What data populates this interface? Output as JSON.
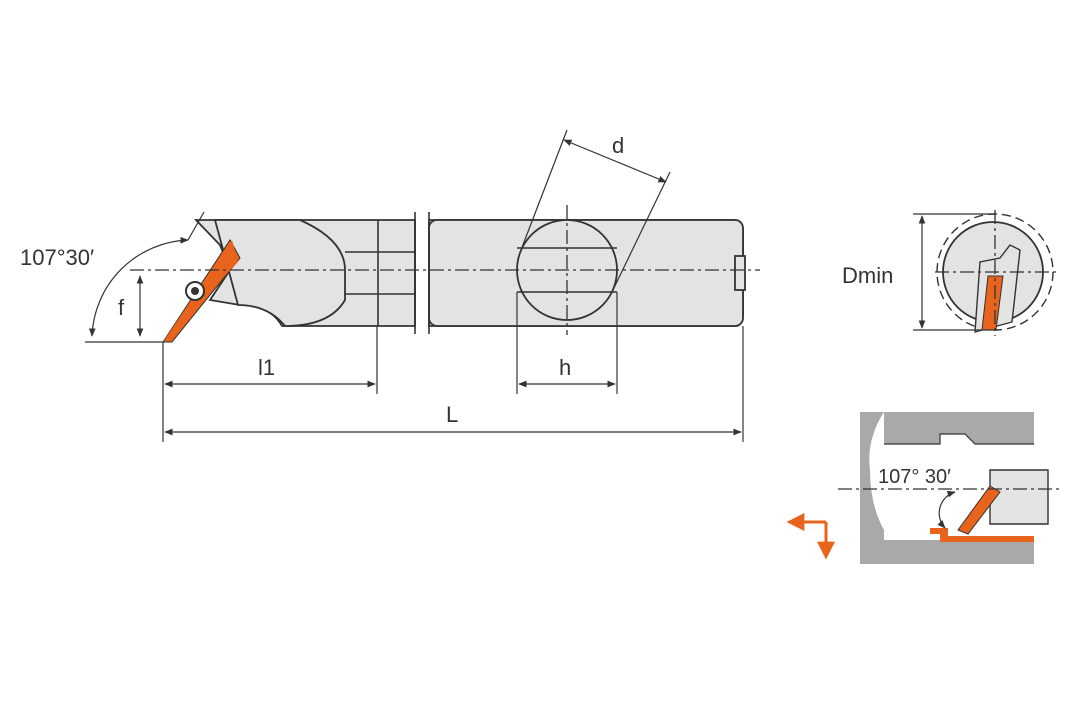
{
  "labels": {
    "angle_main": "107°30′",
    "f": "f",
    "l1": "l1",
    "L": "L",
    "d": "d",
    "h": "h",
    "dmin": "Dmin",
    "angle_detail": "107° 30′"
  },
  "colors": {
    "insert": "#e8641c",
    "body": "#e3e3e3",
    "line": "#333333",
    "workpiece": "#a9a9a9",
    "arrow": "#e8641c"
  },
  "icons": [
    "feed-direction-arrows-icon",
    "insert-screw-icon"
  ]
}
